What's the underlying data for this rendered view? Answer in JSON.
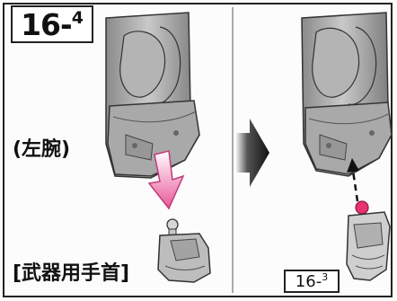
{
  "step": {
    "main": "16-",
    "sub": "4"
  },
  "labels": {
    "left_arm": "(左腕)",
    "weapon_hand": "[武器用手首]"
  },
  "reference": {
    "main": "16-",
    "sub": "3"
  },
  "colors": {
    "insert_arrow": "#e9589a",
    "connector_peg": "#e8336e",
    "transition_arrow": "#1a1a1a"
  },
  "icons": [
    "down-arrow-icon",
    "right-arrow-icon",
    "up-dashed-arrow-icon"
  ]
}
